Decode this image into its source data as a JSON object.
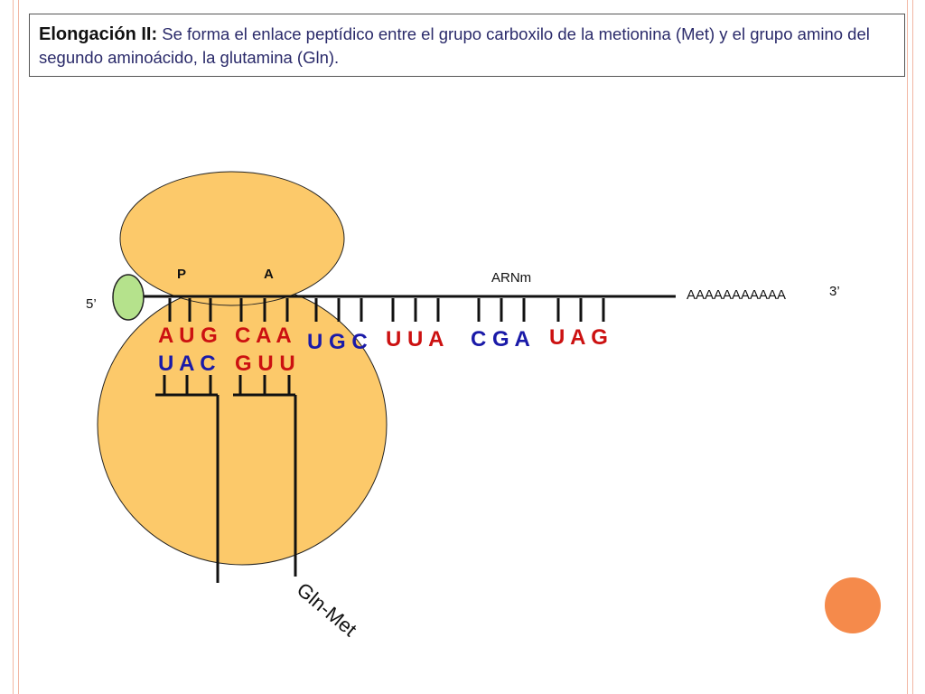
{
  "title": {
    "bold": "Elongación II:",
    "rest": " Se forma el enlace peptídico entre el grupo carboxilo de la  metionina (Met) y el grupo amino del segundo aminoácido, la glutamina (Gln)."
  },
  "labels": {
    "site_p": "P",
    "site_a": "A",
    "mrna": "ARNm",
    "five_prime": "5’",
    "three_prime": "3’",
    "poly_a": "AAAAAAAAAAA",
    "peptide": "Gln-Met"
  },
  "codons": [
    {
      "text": "A U G",
      "color": "#cc1111"
    },
    {
      "text": "C A A",
      "color": "#cc1111"
    },
    {
      "text": "U G C",
      "color": "#1a1aa8"
    },
    {
      "text": "U U A",
      "color": "#cc1111"
    },
    {
      "text": "C G A",
      "color": "#1a1aa8"
    },
    {
      "text": "U A G",
      "color": "#cc1111"
    }
  ],
  "anticodons": [
    {
      "text": "U A C",
      "color": "#1a1aa8"
    },
    {
      "text": "G U U",
      "color": "#cc1111"
    }
  ],
  "colors": {
    "ribosome": "#fcc96a",
    "cap": "#b5e28c",
    "decor_circle": "#f58a4b",
    "edge": "#f2b7a3"
  }
}
